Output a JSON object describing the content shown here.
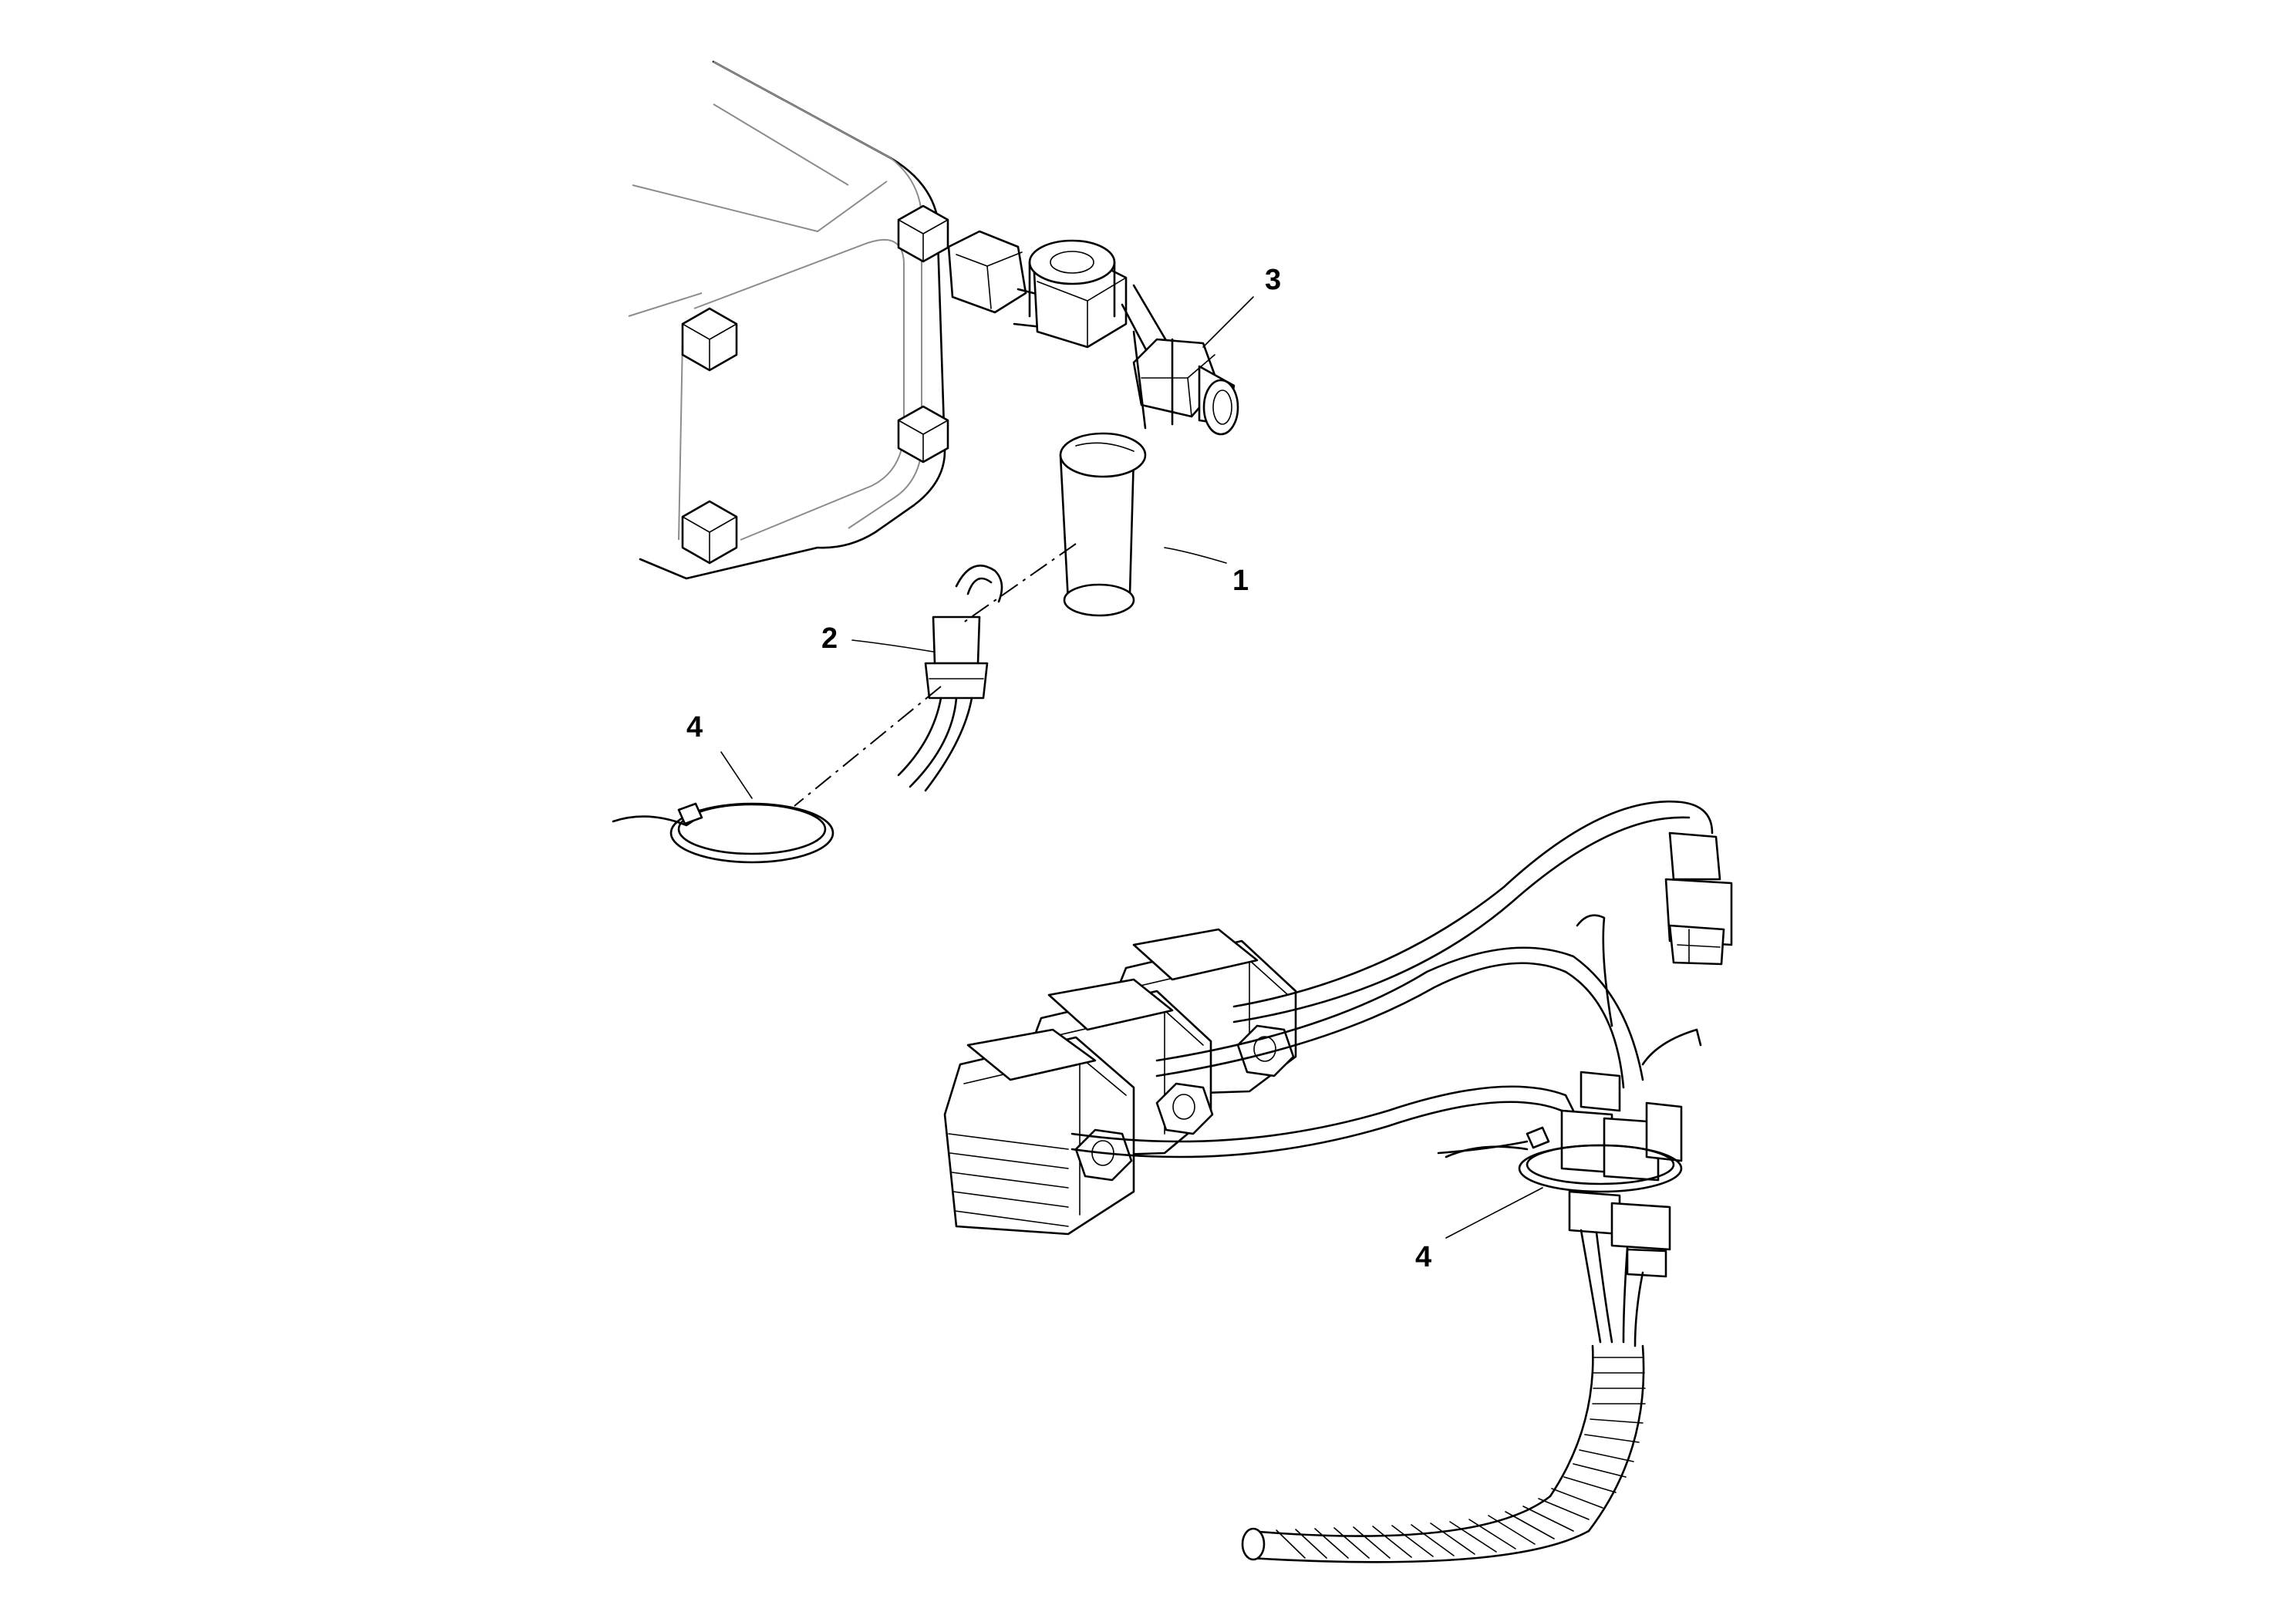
{
  "callouts": [
    {
      "id": "c1",
      "label": "1"
    },
    {
      "id": "c2",
      "label": "2"
    },
    {
      "id": "c3",
      "label": "3"
    },
    {
      "id": "c4a",
      "label": "4"
    },
    {
      "id": "c4b",
      "label": "4"
    }
  ]
}
